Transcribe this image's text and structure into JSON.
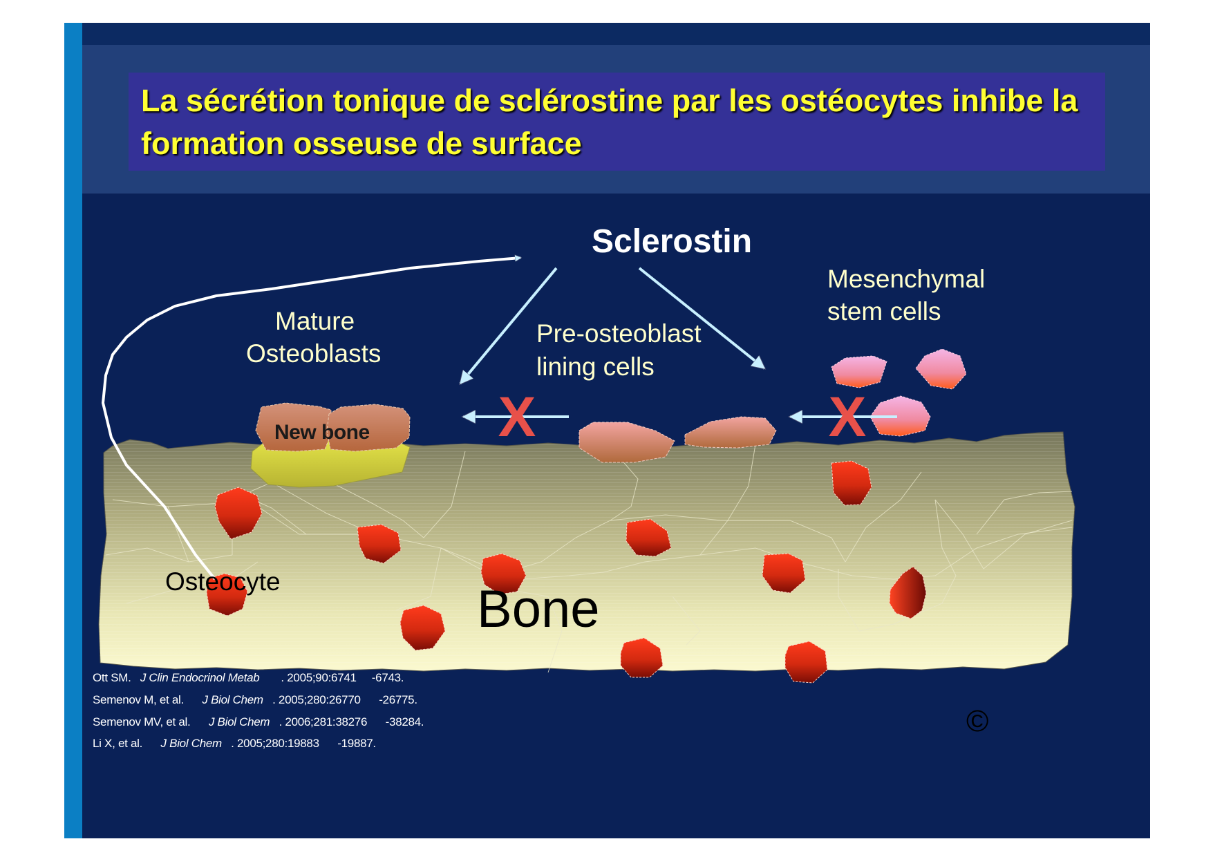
{
  "slide": {
    "title": "La sécrétion tonique de sclérostine par les ostéocytes inhibe la formation osseuse de surface"
  },
  "diagram": {
    "sclerostin": "Sclerostin",
    "mature_osteoblasts_line1": "Mature",
    "mature_osteoblasts_line2": "Osteoblasts",
    "pre_osteoblast_line1": "Pre-osteoblast",
    "pre_osteoblast_line2": "lining cells",
    "msc_line1": "Mesenchymal",
    "msc_line2": "stem cells",
    "new_bone": "New bone",
    "osteocyte": "Osteocyte",
    "bone": "Bone",
    "inhibit_mark": "X",
    "copyright": "©"
  },
  "references": [
    {
      "authors": "Ott SM.",
      "journal": "J Clin Endocrinol Metab",
      "citation": ". 2005;90:6741",
      "pages": "-6743."
    },
    {
      "authors": "Semenov M, et al.",
      "journal": "J Biol Chem",
      "citation": ". 2005;280:26770",
      "pages": "-26775."
    },
    {
      "authors": "Semenov MV, et al.",
      "journal": "J Biol Chem",
      "citation": ". 2006;281:38276",
      "pages": "-38284."
    },
    {
      "authors": "Li X, et al.",
      "journal": "J Biol Chem",
      "citation": ". 2005;280:19883",
      "pages": "-19887."
    }
  ],
  "colors": {
    "slide_background": "#0a2157",
    "side_bar": "#0b7fc4",
    "title_box": "#343197",
    "title_text": "#ffff33",
    "inhibit_x": "#e8514a",
    "arrow": "#c8f0ff"
  }
}
